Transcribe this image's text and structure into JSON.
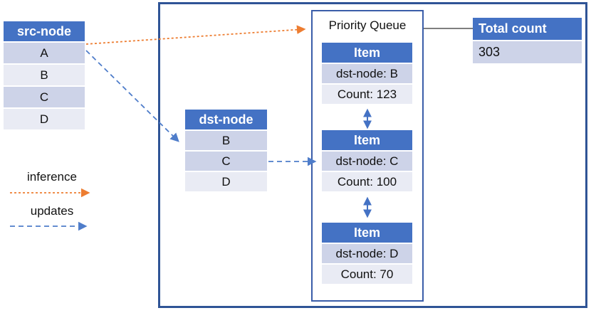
{
  "src_table": {
    "header": "src-node",
    "rows": [
      "A",
      "B",
      "C",
      "D"
    ]
  },
  "dst_table": {
    "header": "dst-node",
    "rows": [
      "B",
      "C",
      "D"
    ]
  },
  "priority_queue": {
    "title": "Priority Queue",
    "items": [
      {
        "header": "Item",
        "dst_node": "dst-node: B",
        "count": "Count: 123"
      },
      {
        "header": "Item",
        "dst_node": "dst-node: C",
        "count": "Count: 100"
      },
      {
        "header": "Item",
        "dst_node": "dst-node: D",
        "count": "Count: 70"
      }
    ]
  },
  "total_count": {
    "header": "Total count",
    "value": "303"
  },
  "legend": {
    "inference_label": "inference",
    "updates_label": "updates"
  },
  "colors": {
    "header_blue": "#4472C4",
    "band_dark": "#CDD3E8",
    "band_light": "#E9EBF4",
    "outer_border_blue": "#2F5496",
    "queue_border_blue": "#3A5DA9",
    "inference_orange": "#ED7D31",
    "updates_blue": "#4F7DCA",
    "connector_gray": "#555555"
  }
}
